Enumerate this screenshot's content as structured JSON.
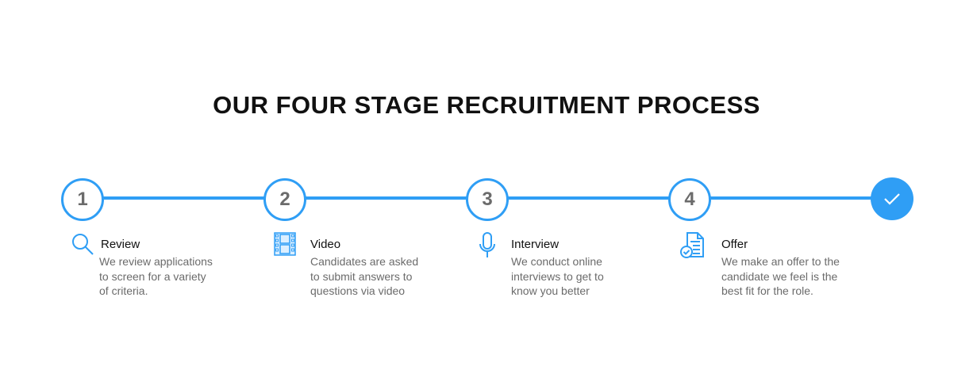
{
  "title": "OUR FOUR STAGE RECRUITMENT PROCESS",
  "accent": "#2f9ef5",
  "steps": [
    {
      "number": "1",
      "icon": "search-icon",
      "label": "Review",
      "desc": [
        "We review applications",
        "to screen for a variety",
        "of criteria."
      ]
    },
    {
      "number": "2",
      "icon": "film-icon",
      "label": "Video",
      "desc": [
        "Candidates are asked",
        "to submit answers to",
        "questions via video"
      ]
    },
    {
      "number": "3",
      "icon": "microphone-icon",
      "label": "Interview",
      "desc": [
        "We conduct online",
        "interviews to get to",
        "know you better"
      ]
    },
    {
      "number": "4",
      "icon": "document-check-icon",
      "label": "Offer",
      "desc": [
        "We make an offer to the",
        "candidate we feel is the",
        "best fit for the role."
      ]
    }
  ],
  "final": {
    "icon": "checkmark-icon"
  }
}
